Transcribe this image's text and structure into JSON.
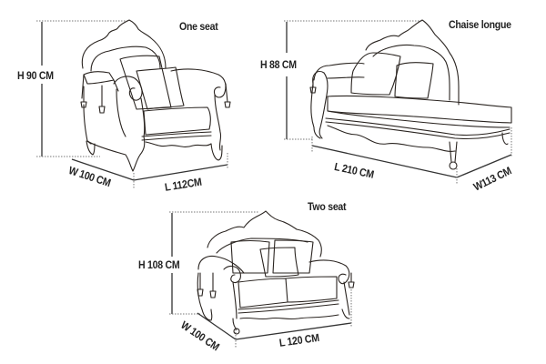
{
  "colors": {
    "background": "#ffffff",
    "line": "#2a2420",
    "text": "#222222"
  },
  "items": [
    {
      "title": "One seat",
      "height": "H 90 CM",
      "width": "W 100 CM",
      "length": "L 112CM"
    },
    {
      "title": "Chaise longue",
      "height": "H 88 CM",
      "length": "L 210 CM",
      "width": "W113 CM"
    },
    {
      "title": "Two seat",
      "height": "H 108 CM",
      "width": "W 100 CM",
      "length": "L 120 CM"
    }
  ]
}
